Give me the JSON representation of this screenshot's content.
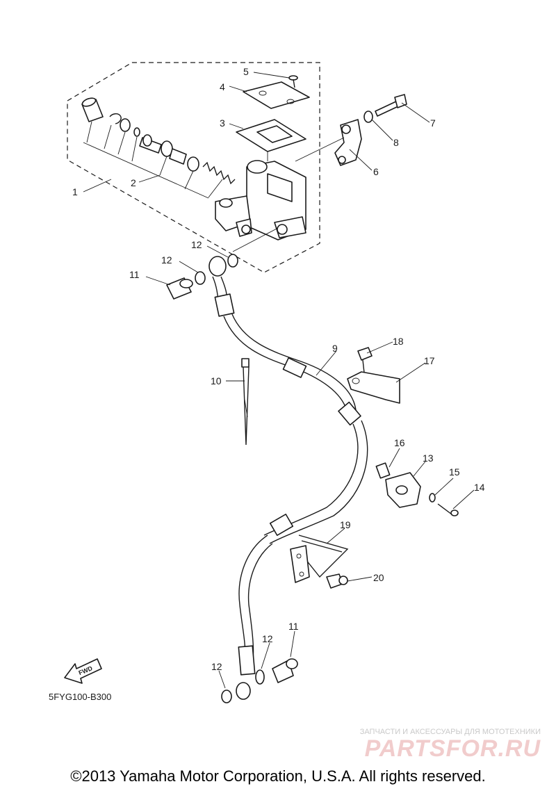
{
  "callouts": [
    "1",
    "2",
    "3",
    "4",
    "5",
    "6",
    "7",
    "8",
    "9",
    "10",
    "11",
    "11",
    "12",
    "12",
    "12",
    "12",
    "13",
    "14",
    "15",
    "16",
    "17",
    "18",
    "19",
    "20"
  ],
  "diagram_code": "5FYG100-B300",
  "fwd_label": "FWD",
  "watermark": {
    "tagline": "ЗАПЧАСТИ И АКСЕССУАРЫ ДЛЯ МОТОТЕХНИКИ",
    "brand": "PARTSFOR.RU"
  },
  "copyright": "©2013 Yamaha Motor Corporation, U.S.A. All rights reserved."
}
